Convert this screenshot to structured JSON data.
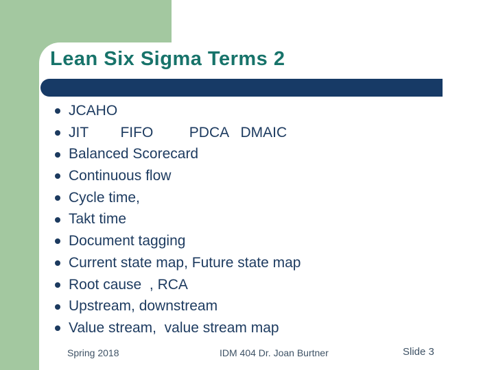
{
  "slide": {
    "title": "Lean Six Sigma Terms 2",
    "bullets": [
      "JCAHO",
      "JIT        FIFO         PDCA   DMAIC",
      "Balanced Scorecard",
      "Continuous flow",
      "Cycle time,",
      "Takt time",
      "Document tagging",
      "Current state map, Future state map",
      "Root cause  , RCA",
      "Upstream, downstream",
      "Value stream,  value stream map"
    ],
    "footer": {
      "left": "Spring 2018",
      "center": "IDM 404 Dr. Joan Burtner",
      "right": "Slide 3"
    },
    "colors": {
      "sage_green": "#A3C8A0",
      "title_teal": "#17736A",
      "navy_bar": "#173A66",
      "body_text": "#1C3A5F",
      "footer_text": "#3E5265",
      "panel_background": "#FFFFFF"
    }
  }
}
